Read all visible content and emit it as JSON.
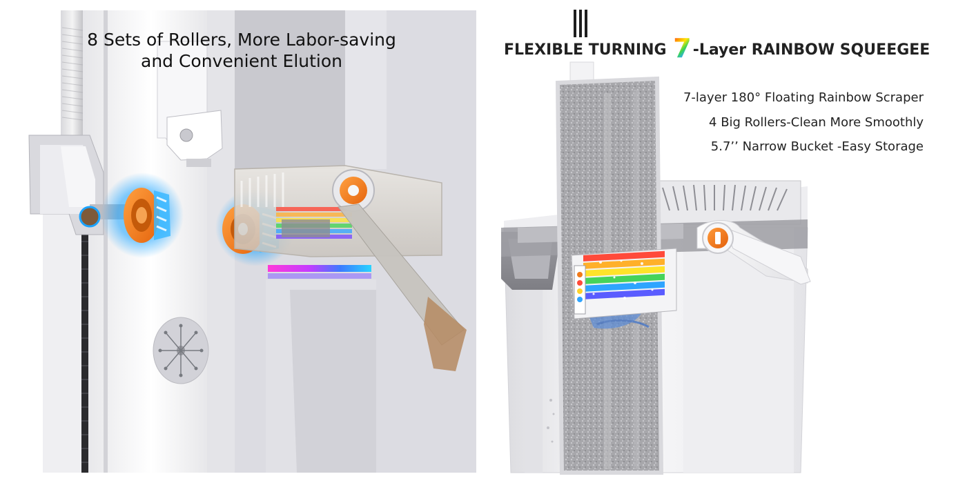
{
  "left_panel": {
    "headline_line1": "8 Sets of Rollers, More Labor-saving",
    "headline_line2": "and Convenient Elution"
  },
  "right_panel": {
    "headline_before": "FLEXIBLE TURNING",
    "headline_number": "7",
    "headline_after": "-Layer RAINBOW SQUEEGEE",
    "features": [
      "7-layer 180° Floating Rainbow Scraper",
      "4 Big Rollers-Clean More Smoothly",
      "5.7’’ Narrow Bucket -Easy Storage"
    ]
  },
  "colors": {
    "accent_orange": "#f07a1a",
    "roller_glow_blue": "#1aa3ff",
    "bucket_white": "#f2f2f2",
    "bucket_gray": "#9a9a9a",
    "mop_pad_gray": "#a9a9a9",
    "text_dark": "#222222"
  }
}
